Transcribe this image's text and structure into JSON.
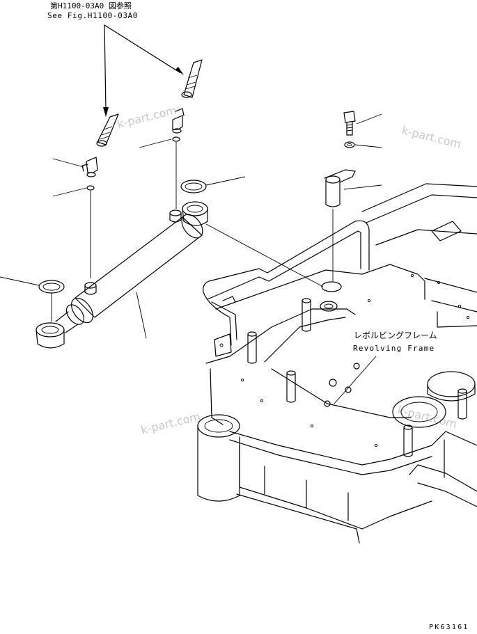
{
  "reference_note": {
    "japanese": "第H1100-03A0 図参照",
    "english": "See Fig.H1100-03A0"
  },
  "frame_label": {
    "japanese": "レボルビングフレーム",
    "english": "Revolving Frame"
  },
  "figure_code": "PK63161",
  "watermark": "k-part.com",
  "colors": {
    "line": "#000000",
    "background": "#ffffff",
    "watermark": "#c8c8c8"
  },
  "icons": [
    "arrow-head",
    "leader-line"
  ]
}
